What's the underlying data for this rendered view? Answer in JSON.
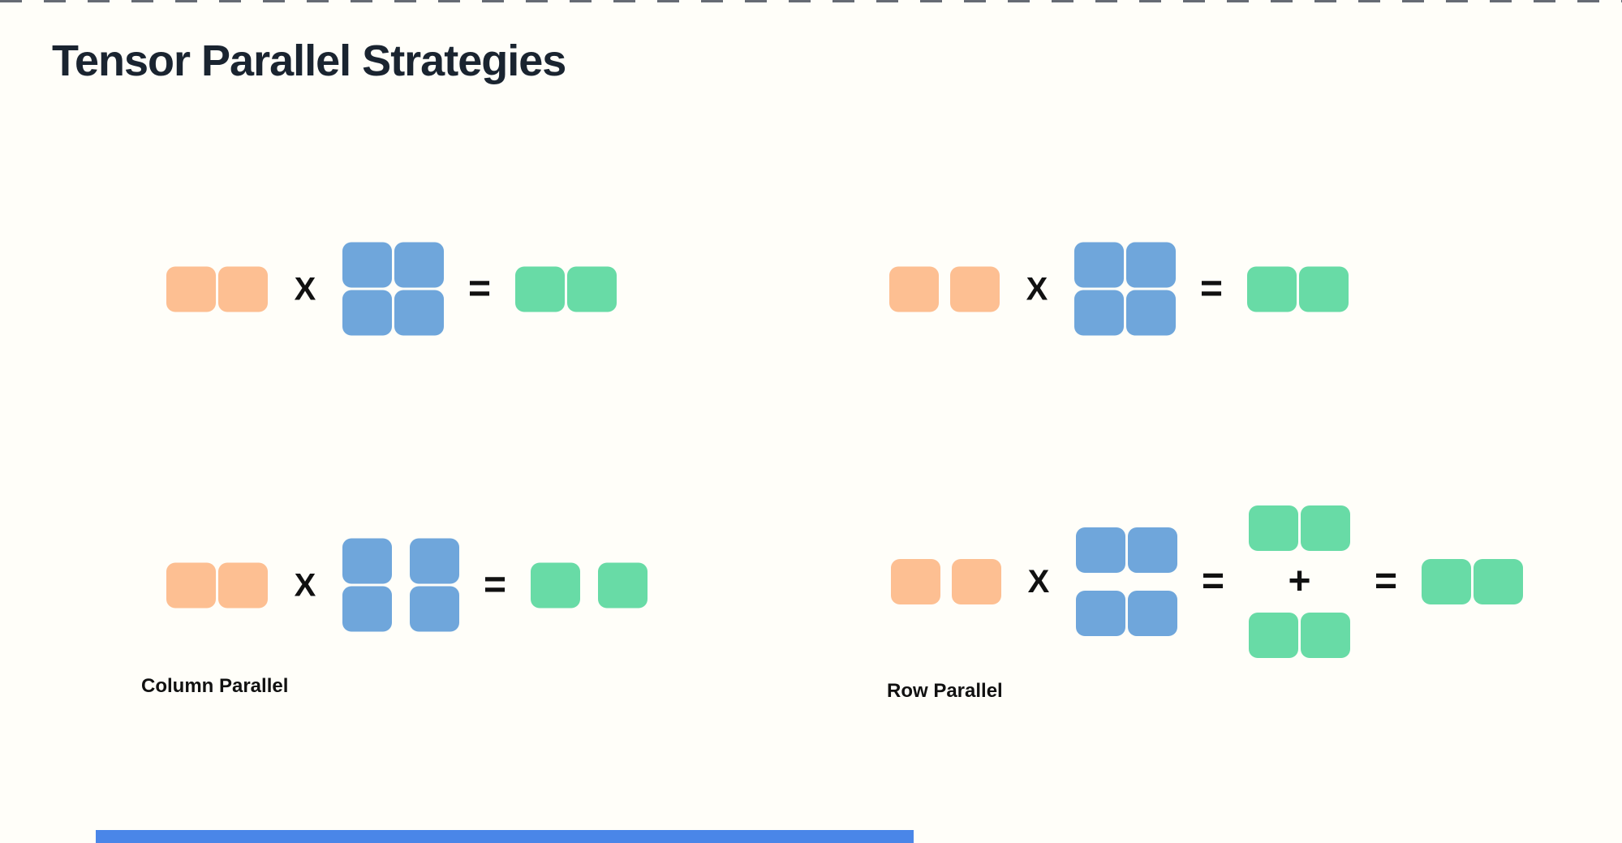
{
  "title": "Tensor Parallel Strategies",
  "colors": {
    "orange": "#FDBF92",
    "blue": "#6FA6DB",
    "green": "#68DBA6",
    "background": "#FFFEF9",
    "title_text": "#1A2430",
    "label_text": "#111111",
    "operator_text": "#111111",
    "top_dashes": "#4B515C",
    "bottom_bar": "#4A86E8"
  },
  "diagrams": [
    {
      "id": "top-left",
      "label": "",
      "tokens": [
        {
          "kind": "matrix",
          "name": "input-row-vector",
          "color": "orange",
          "rows": 1,
          "cols": 2,
          "col_gap": "seam",
          "row_gap": "seam"
        },
        {
          "kind": "operator",
          "name": "multiply-operator",
          "text": "X"
        },
        {
          "kind": "matrix",
          "name": "weight-matrix",
          "color": "blue",
          "rows": 2,
          "cols": 2,
          "col_gap": "seam",
          "row_gap": "seam"
        },
        {
          "kind": "operator",
          "name": "equals-operator",
          "text": "="
        },
        {
          "kind": "matrix",
          "name": "output-row-vector",
          "color": "green",
          "rows": 1,
          "cols": 2,
          "col_gap": "seam",
          "row_gap": "seam"
        }
      ]
    },
    {
      "id": "top-right",
      "label": "",
      "tokens": [
        {
          "kind": "matrix",
          "name": "input-row-vector",
          "color": "orange",
          "rows": 1,
          "cols": 2,
          "col_gap": "small",
          "row_gap": "seam"
        },
        {
          "kind": "operator",
          "name": "multiply-operator",
          "text": "X"
        },
        {
          "kind": "matrix",
          "name": "weight-matrix",
          "color": "blue",
          "rows": 2,
          "cols": 2,
          "col_gap": "seam",
          "row_gap": "seam"
        },
        {
          "kind": "operator",
          "name": "equals-operator",
          "text": "="
        },
        {
          "kind": "matrix",
          "name": "output-row-vector",
          "color": "green",
          "rows": 1,
          "cols": 2,
          "col_gap": "seam",
          "row_gap": "seam"
        }
      ]
    },
    {
      "id": "bottom-left",
      "label": "Column Parallel",
      "tokens": [
        {
          "kind": "matrix",
          "name": "input-row-vector",
          "color": "orange",
          "rows": 1,
          "cols": 2,
          "col_gap": "seam",
          "row_gap": "seam"
        },
        {
          "kind": "operator",
          "name": "multiply-operator",
          "text": "X"
        },
        {
          "kind": "matrix",
          "name": "weight-matrix-column-split",
          "color": "blue",
          "rows": 2,
          "cols": 2,
          "col_gap": "wide",
          "row_gap": "seam"
        },
        {
          "kind": "operator",
          "name": "equals-operator",
          "text": "="
        },
        {
          "kind": "matrix",
          "name": "output-column-shards",
          "color": "green",
          "rows": 1,
          "cols": 2,
          "col_gap": "wide",
          "row_gap": "seam"
        }
      ]
    },
    {
      "id": "bottom-right",
      "label": "Row Parallel",
      "tokens": [
        {
          "kind": "matrix",
          "name": "input-row-vector",
          "color": "orange",
          "rows": 1,
          "cols": 2,
          "col_gap": "small",
          "row_gap": "seam"
        },
        {
          "kind": "operator",
          "name": "multiply-operator",
          "text": "X"
        },
        {
          "kind": "matrix",
          "name": "weight-matrix-row-split",
          "color": "blue",
          "rows": 2,
          "cols": 2,
          "col_gap": "seam",
          "row_gap": "wide"
        },
        {
          "kind": "operator",
          "name": "equals-operator",
          "text": "="
        },
        {
          "kind": "stack",
          "name": "partial-sum-stack",
          "items": [
            {
              "kind": "matrix",
              "name": "partial-output-1",
              "color": "green",
              "rows": 1,
              "cols": 2,
              "col_gap": "seam",
              "row_gap": "seam"
            },
            {
              "kind": "operator",
              "name": "plus-operator",
              "text": "+"
            },
            {
              "kind": "matrix",
              "name": "partial-output-2",
              "color": "green",
              "rows": 1,
              "cols": 2,
              "col_gap": "seam",
              "row_gap": "seam"
            }
          ]
        },
        {
          "kind": "operator",
          "name": "equals-operator",
          "text": "="
        },
        {
          "kind": "matrix",
          "name": "final-output-row-vector",
          "color": "green",
          "rows": 1,
          "cols": 2,
          "col_gap": "seam",
          "row_gap": "seam"
        }
      ]
    }
  ]
}
